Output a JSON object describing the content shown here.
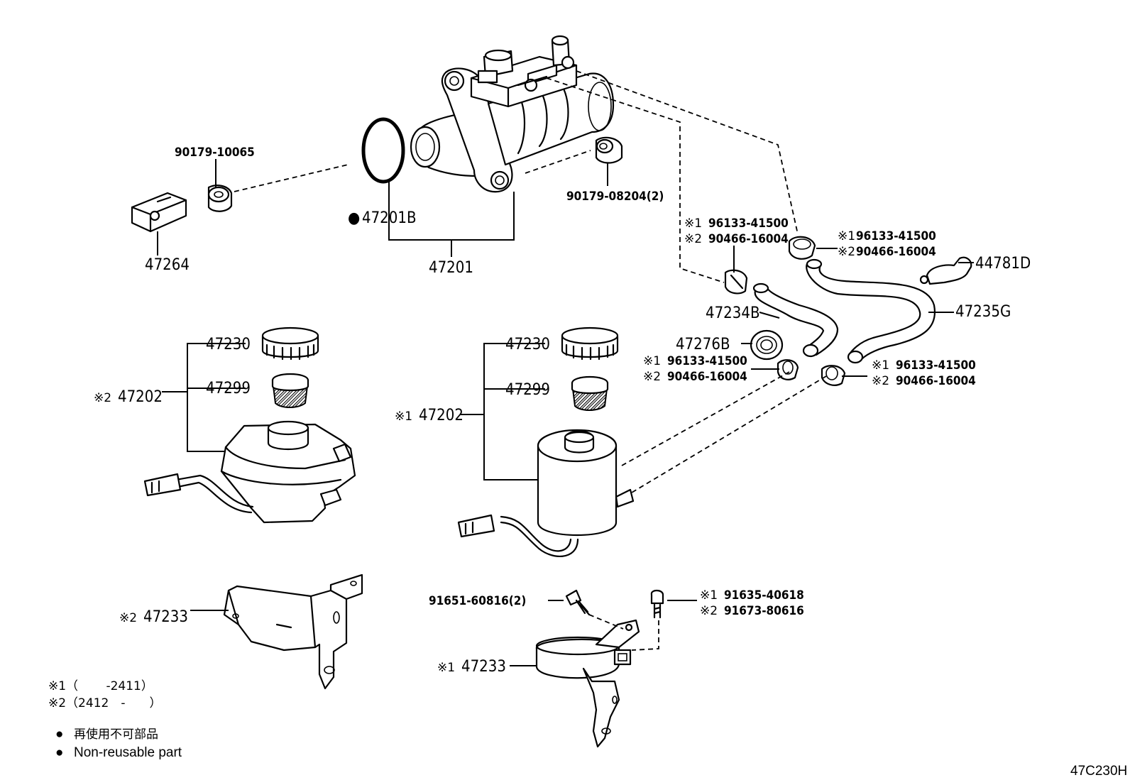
{
  "labels": {
    "p90179_10065": "90179-10065",
    "p47264": "47264",
    "p47201B": "47201B",
    "p47201": "47201",
    "p90179_08204": "90179-08204(2)",
    "p96133_a": "96133-41500",
    "p90466_a": "90466-16004",
    "p96133_b": "96133-41500",
    "p90466_b": "90466-16004",
    "p44781D": "44781D",
    "p47234B": "47234B",
    "p47235G": "47235G",
    "p47276B": "47276B",
    "p96133_c": "96133-41500",
    "p90466_c": "90466-16004",
    "p96133_d": "96133-41500",
    "p90466_d": "90466-16004",
    "p47230_l": "47230",
    "p47299_l": "47299",
    "p47202_l": "47202",
    "p47230_r": "47230",
    "p47299_r": "47299",
    "p47202_r": "47202",
    "p47233_l": "47233",
    "p91651": "91651-60816(2)",
    "p91635": "91635-40618",
    "p91673": "91673-80616",
    "p47233_r": "47233"
  },
  "marks": {
    "m1": "※1",
    "m2": "※2",
    "dot": "●"
  },
  "notes": {
    "note1": "※1（　　 -2411）",
    "note2": "※2（2412　-　　）"
  },
  "legend": {
    "jp": "再使用不可部品",
    "en": "Non-reusable part"
  },
  "diagram_code": "47C230H"
}
